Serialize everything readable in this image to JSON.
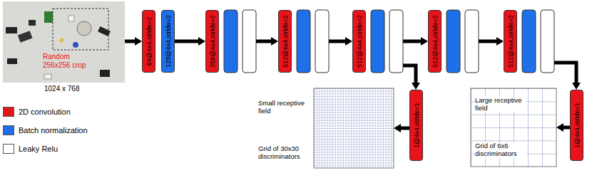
{
  "diagram": {
    "nodes": [
      {
        "text": [
          "Random 256x256 crop"
        ]
      },
      {
        "text": [
          "64@4x4,stride=2"
        ]
      },
      {
        "text": [
          "128@4x4,stride=2"
        ]
      },
      {
        "text": [
          "256@4x4,stride=2"
        ]
      },
      {
        "text": [
          "512@4x4,stride=2"
        ]
      },
      {
        "text": [
          "512@4x4,stride=2"
        ]
      },
      {
        "text": [
          "512@4x4,stride=2"
        ]
      },
      {
        "text": [
          "512@4x4,stride=2"
        ]
      },
      {
        "text": [
          "Small receptive field",
          "Grid of 30x30 discriminators"
        ]
      },
      {
        "text": [
          "1@4x4,stride=1"
        ]
      },
      {
        "text": [
          "Large receptive field",
          "Grid of 6x6 discriminators"
        ]
      },
      {
        "text": [
          "1@4x4,stride=1"
        ]
      }
    ],
    "edges": [
      {
        "from": 0,
        "to": 1,
        "arrow": "to"
      },
      {
        "from": 2,
        "to": 3,
        "arrow": "to"
      },
      {
        "from": 3,
        "to": 4,
        "arrow": "to"
      },
      {
        "from": 4,
        "to": 5,
        "arrow": "to"
      },
      {
        "from": 5,
        "to": 6,
        "arrow": "to"
      },
      {
        "from": 5,
        "to": 9,
        "arrow": "to"
      },
      {
        "from": 6,
        "to": 7,
        "arrow": "to"
      },
      {
        "from": 7,
        "to": 11,
        "arrow": "to"
      },
      {
        "from": 9,
        "to": 8,
        "arrow": "to"
      },
      {
        "from": 11,
        "to": 10,
        "arrow": "to"
      }
    ],
    "labels": [
      "1024 x 768"
    ],
    "legend": [
      {
        "text": "2D convolution",
        "color": "#e8141b"
      },
      {
        "text": "Batch normalization",
        "color": "#1e6fe8"
      },
      {
        "text": "Leaky Relu",
        "color": "#ffffff"
      }
    ]
  }
}
